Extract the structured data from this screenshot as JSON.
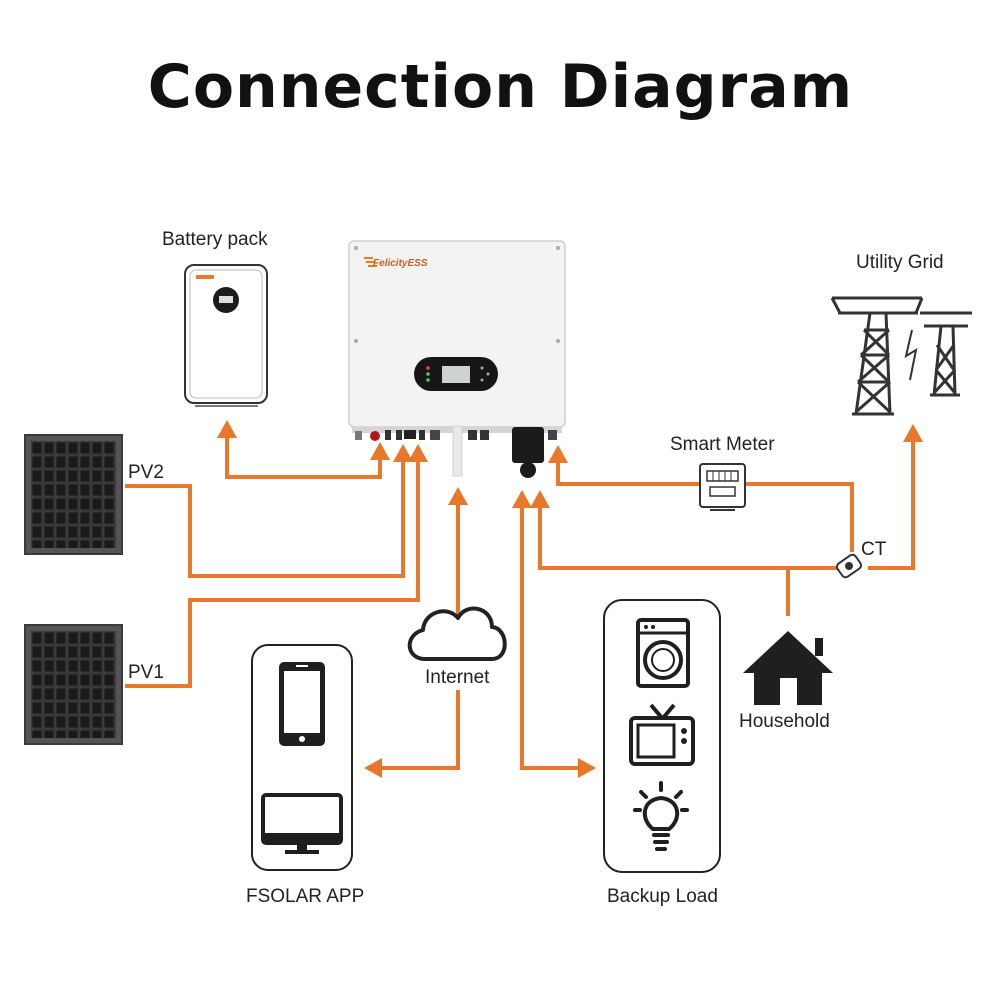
{
  "title": "Connection Diagram",
  "labels": {
    "battery_pack": "Battery pack",
    "utility_grid": "Utility Grid",
    "smart_meter": "Smart Meter",
    "ct": "CT",
    "pv2": "PV2",
    "pv1": "PV1",
    "internet": "Internet",
    "household": "Household",
    "fsolar_app": "FSOLAR APP",
    "backup_load": "Backup Load"
  },
  "inverter_brand": "FelicityESS",
  "colors": {
    "flow": "#e8782b",
    "frame": "#222222",
    "inverter_body": "#f3f3f3"
  }
}
